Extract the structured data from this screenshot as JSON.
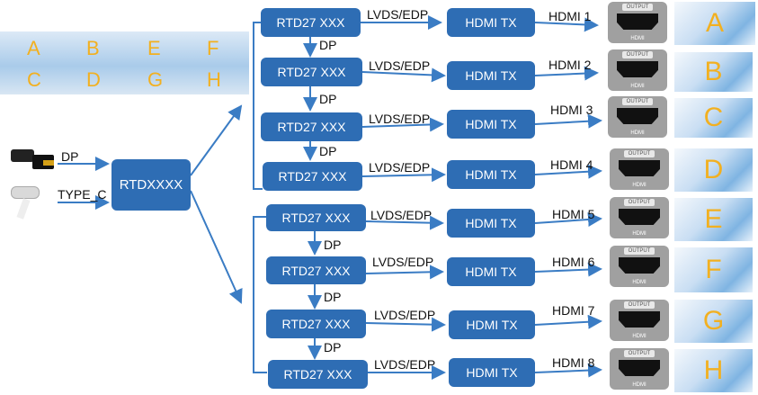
{
  "banner": {
    "letters": [
      "A",
      "B",
      "E",
      "F",
      "C",
      "D",
      "G",
      "H"
    ]
  },
  "inputs": {
    "dp_label": "DP",
    "typec_label": "TYPE_C"
  },
  "hub": {
    "label": "RTDXXXX"
  },
  "rows": [
    {
      "rtd": "RTD27  XXX",
      "link": "LVDS/EDP",
      "tx": "HDMI TX",
      "out": "HDMI 1",
      "thumb": "A"
    },
    {
      "rtd": "RTD27  XXX",
      "link": "LVDS/EDP",
      "tx": "HDMI TX",
      "out": "HDMI 2",
      "thumb": "B"
    },
    {
      "rtd": "RTD27  XXX",
      "link": "LVDS/EDP",
      "tx": "HDMI TX",
      "out": "HDMI 3",
      "thumb": "C"
    },
    {
      "rtd": "RTD27  XXX",
      "link": "LVDS/EDP",
      "tx": "HDMI TX",
      "out": "HDMI 4",
      "thumb": "D"
    },
    {
      "rtd": "RTD27  XXX",
      "link": "LVDS/EDP",
      "tx": "HDMI TX",
      "out": "HDMI 5",
      "thumb": "E"
    },
    {
      "rtd": "RTD27  XXX",
      "link": "LVDS/EDP",
      "tx": "HDMI TX",
      "out": "HDMI 6",
      "thumb": "F"
    },
    {
      "rtd": "RTD27  XXX",
      "link": "LVDS/EDP",
      "tx": "HDMI TX",
      "out": "HDMI 7",
      "thumb": "G"
    },
    {
      "rtd": "RTD27  XXX",
      "link": "LVDS/EDP",
      "tx": "HDMI TX",
      "out": "HDMI 8",
      "thumb": "H"
    }
  ],
  "chain_label": "DP",
  "port": {
    "tag": "OUTPUT",
    "name": "HDMI"
  },
  "colors": {
    "box": "#2E6DB4",
    "line": "#3A7CC4",
    "letter": "#F2B020"
  }
}
